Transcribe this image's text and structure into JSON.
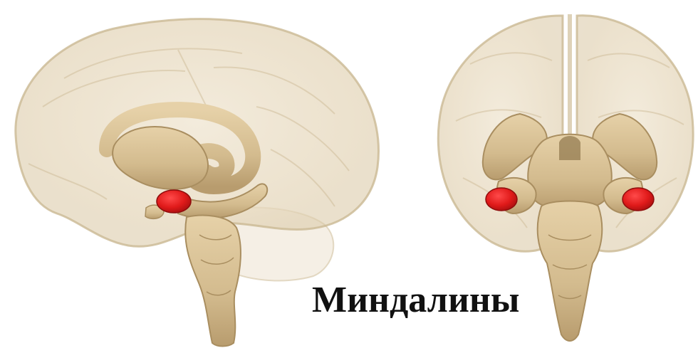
{
  "caption": "Миндалины",
  "illustration": {
    "views": [
      "sagittal-brain-view",
      "coronal-brain-view"
    ],
    "colors": {
      "background": "#ffffff",
      "cortex_fill": "#e8dcc4",
      "cortex_edge": "#cbb994",
      "deep_structures": "#d9c29a",
      "deep_structures_shadow": "#b89e72",
      "amygdala": "#e01a1a",
      "amygdala_dark": "#a80f0f",
      "caption_text": "#111111"
    }
  }
}
